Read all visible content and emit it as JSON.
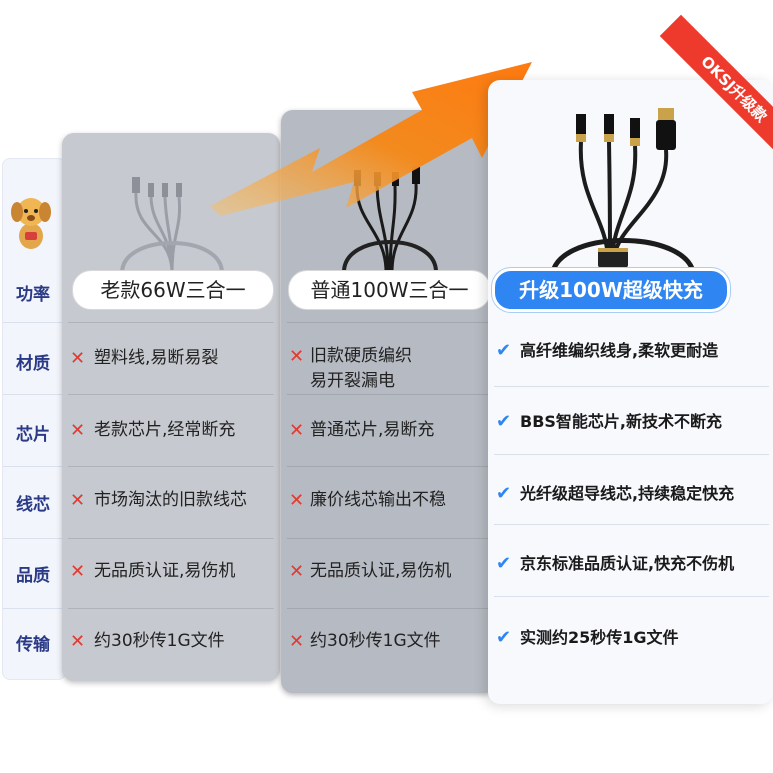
{
  "row_labels": [
    "功率",
    "材质",
    "芯片",
    "线芯",
    "品质",
    "传输"
  ],
  "columns": [
    {
      "header": "老款66W三合一",
      "cells": [
        "塑料线,易断易裂",
        "老款芯片,经常断充",
        "市场淘汰的旧款线芯",
        "无品质认证,易伤机",
        "约30秒传1G文件"
      ]
    },
    {
      "header": "普通100W三合一",
      "cells": [
        "旧款硬质编织\n易开裂漏电",
        "普通芯片,易断充",
        "廉价线芯输出不稳",
        "无品质认证,易伤机",
        "约30秒传1G文件"
      ]
    },
    {
      "header": "升级100W超级快充",
      "cells": [
        "高纤维编织线身,柔软更耐造",
        "BBS智能芯片,新技术不断充",
        "光纤级超导线芯,持续稳定快充",
        "京东标准品质认证,快充不伤机",
        "实测约25秒传1G文件"
      ]
    }
  ],
  "badge": "OKSJ升级款",
  "marks": {
    "bad": "✕",
    "good": "✔"
  },
  "colors": {
    "accent_blue": "#2f86f2",
    "cross_red": "#e23a30",
    "arrow_orange": "#f28a1e",
    "badge_red": "#ee3a2c"
  },
  "icons": {
    "mascot": "mascot-dog-icon",
    "arrow": "upgrade-arrow-icon"
  }
}
